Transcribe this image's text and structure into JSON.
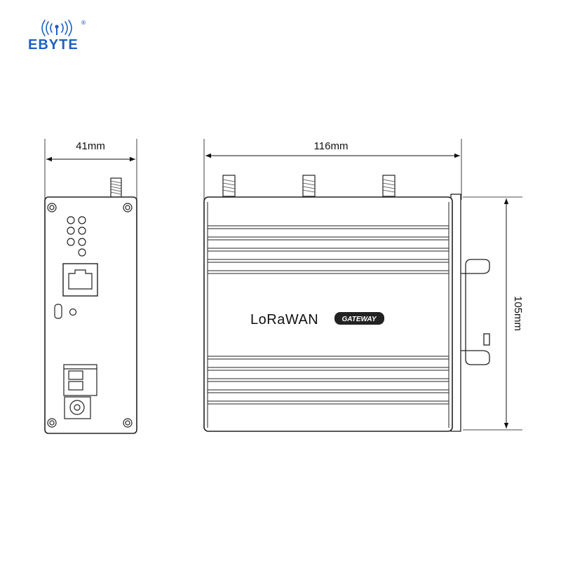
{
  "brand": {
    "name": "EBYTE",
    "registered_mark": "®",
    "color": "#1f5fc4"
  },
  "dimensions": {
    "width_side": "41mm",
    "width_front": "116mm",
    "height": "105mm"
  },
  "product": {
    "name": "LoRaWAN",
    "badge": "GATEWAY"
  }
}
